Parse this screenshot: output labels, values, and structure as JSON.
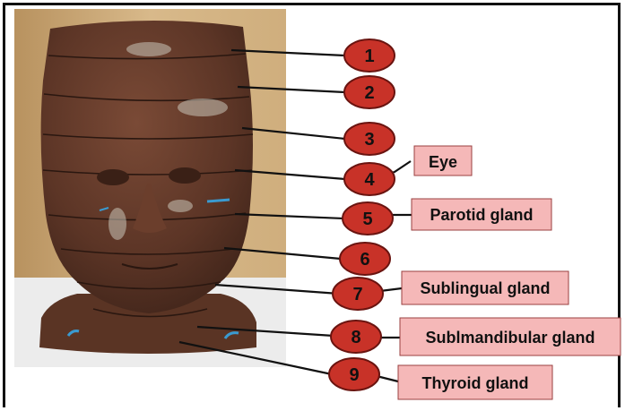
{
  "title": "",
  "colors": {
    "badge": "#c83228",
    "label_fill": "#f5b8b8",
    "model": "#5a3424",
    "background_wall": "#c9a77a"
  },
  "markers": [
    {
      "number": "1",
      "label": ""
    },
    {
      "number": "2",
      "label": ""
    },
    {
      "number": "3",
      "label": ""
    },
    {
      "number": "4",
      "label": "Eye"
    },
    {
      "number": "5",
      "label": "Parotid gland"
    },
    {
      "number": "6",
      "label": ""
    },
    {
      "number": "7",
      "label": "Sublingual gland"
    },
    {
      "number": "8",
      "label": "Sublmandibular gland"
    },
    {
      "number": "9",
      "label": "Thyroid gland"
    }
  ]
}
